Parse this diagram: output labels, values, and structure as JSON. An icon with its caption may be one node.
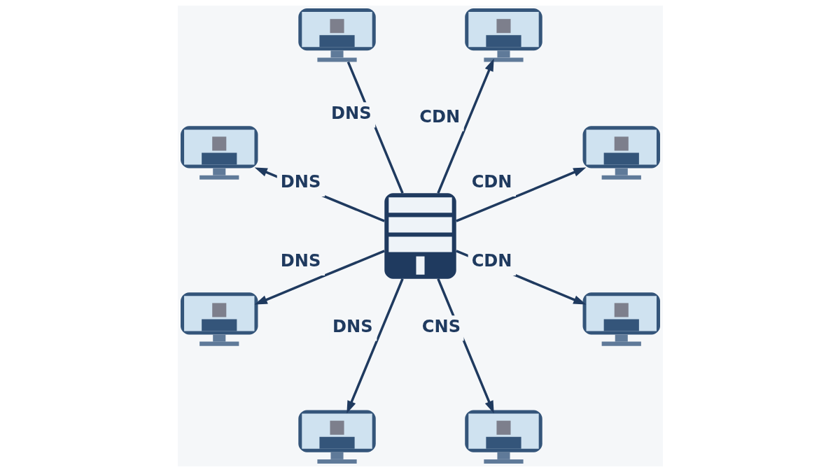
{
  "diagram": {
    "nodes": [
      {
        "text": [],
        "shape": "picture"
      },
      {
        "text": [],
        "shape": "picture"
      },
      {
        "text": [],
        "shape": "picture"
      },
      {
        "text": [],
        "shape": "picture"
      },
      {
        "text": [],
        "shape": "picture"
      },
      {
        "text": [],
        "shape": "picture"
      },
      {
        "text": [],
        "shape": "picture"
      },
      {
        "text": [],
        "shape": "picture"
      },
      {
        "text": [],
        "shape": "picture"
      }
    ],
    "edges": [
      {
        "from": 4,
        "to": 0,
        "arrow": "to",
        "label": "DNS"
      },
      {
        "from": 4,
        "to": 1,
        "arrow": "none",
        "label": "DNS"
      },
      {
        "from": 4,
        "to": 2,
        "arrow": "to",
        "label": "CDN"
      },
      {
        "from": 4,
        "to": 3,
        "arrow": "to",
        "label": "DNS"
      },
      {
        "from": 4,
        "to": 5,
        "arrow": "to",
        "label": "CDN"
      },
      {
        "from": 4,
        "to": 6,
        "arrow": "to",
        "label": "DNS"
      },
      {
        "from": 4,
        "to": 7,
        "arrow": "to",
        "label": "CNS"
      },
      {
        "from": 4,
        "to": 8,
        "arrow": "to",
        "label": "CDN"
      }
    ]
  }
}
